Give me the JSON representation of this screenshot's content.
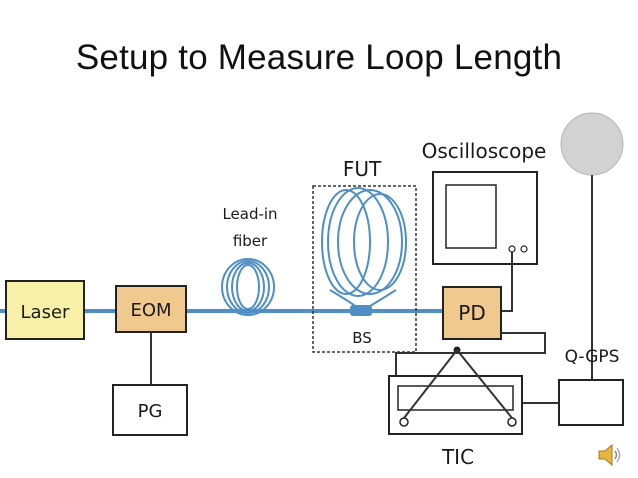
{
  "slide": {
    "title": "Setup to Measure Loop Length"
  },
  "diagram": {
    "components": {
      "laser": "Laser",
      "eom": "EOM",
      "pg": "PG",
      "lead_in_line1": "Lead-in",
      "lead_in_line2": "fiber",
      "fut": "FUT",
      "bs": "BS",
      "oscilloscope": "Oscilloscope",
      "pd": "PD",
      "qgps": "Q-GPS",
      "tic": "TIC"
    },
    "colors": {
      "laser_fill": "#f7f0a6",
      "eom_fill": "#f0c98e",
      "pd_fill": "#f0c98e",
      "fiber": "#4f8fc4",
      "antenna": "#d2d2d2",
      "wire": "#333333"
    },
    "icons": {
      "speaker": "speaker-icon",
      "antenna": "gps-antenna-icon"
    }
  }
}
